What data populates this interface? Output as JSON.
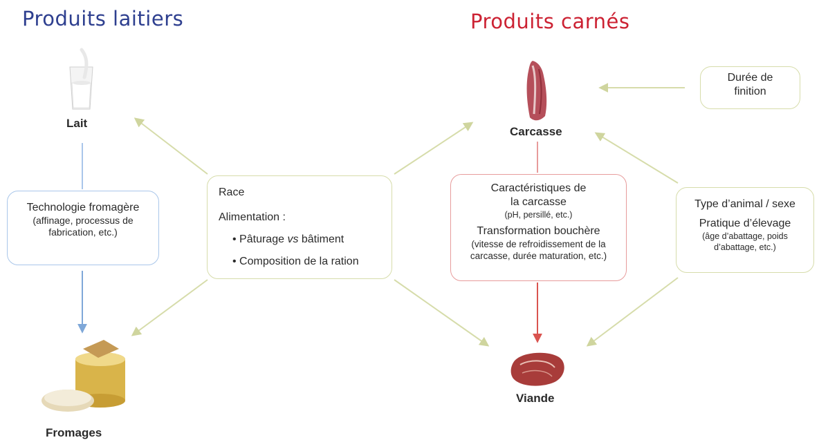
{
  "headings": {
    "dairy": "Produits laitiers",
    "meat": "Produits carnés"
  },
  "products": {
    "lait": "Lait",
    "fromages": "Fromages",
    "carcasse": "Carcasse",
    "viande": "Viande"
  },
  "boxes": {
    "techno": {
      "title": "Technologie fromagère",
      "detail": "(affinage, processus de fabrication, etc.)"
    },
    "race": {
      "line1": "Race",
      "line2": "Alimentation :",
      "bullet1_a": "• Pâturage ",
      "bullet1_b": "vs",
      "bullet1_c": " bâtiment",
      "bullet2": "• Composition de la ration"
    },
    "carac": {
      "title": "Caractéristiques de la carcasse",
      "detail1": "(pH, persillé, etc.)",
      "title2": "Transformation bouchère",
      "detail2": "(vitesse de refroidissement de la carcasse, durée maturation, etc.)"
    },
    "type": {
      "line1": "Type d’animal / sexe",
      "line2": "Pratique d’élevage",
      "detail": "(âge d’abattage, poids d’abattage, etc.)"
    },
    "duree": {
      "text": "Durée de finition"
    }
  },
  "colors": {
    "dairy_heading": "#2e3f8f",
    "meat_heading": "#cc2233",
    "blue_link": "#7ea7d8",
    "green_link": "#d6dcaa",
    "red_link": "#d9534f"
  }
}
